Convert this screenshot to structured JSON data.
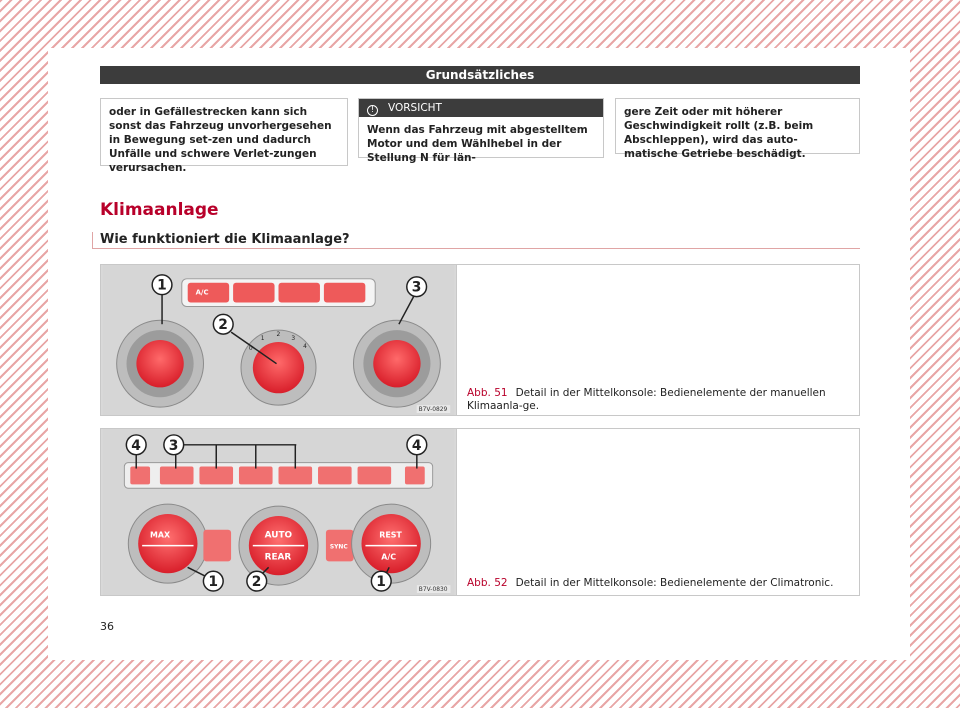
{
  "header": {
    "title": "Grundsätzliches"
  },
  "box1": {
    "text": "oder in Gefällestrecken kann sich sonst das Fahrzeug unvorhergesehen in Bewegung set-zen und dadurch Unfälle und schwere Verlet-zungen verursachen."
  },
  "box2": {
    "heading": "VORSICHT",
    "icon": "info-circle-icon",
    "text": "Wenn das Fahrzeug mit abgestelltem Motor und dem Wählhebel in der Stellung N für län-"
  },
  "box3": {
    "text": "gere Zeit oder mit höherer Geschwindigkeit rollt (z.B. beim Abschleppen), wird das auto-matische Getriebe beschädigt."
  },
  "section": {
    "title": "Klimaanlage",
    "subtitle": "Wie funktioniert die Klimaanlage?"
  },
  "figure1": {
    "label": "Abb. 51",
    "caption": "Detail in der Mittelkonsole: Bedienelemente der manuellen Klimaanla-ge.",
    "image_code": "B7V-0829",
    "callouts": [
      "1",
      "2",
      "3"
    ],
    "buttons": {
      "ac": "A/C"
    },
    "dial_marks": [
      "0",
      "1",
      "2",
      "3",
      "4"
    ]
  },
  "figure2": {
    "label": "Abb. 52",
    "caption": "Detail in der Mittelkonsole: Bedienelemente der Climatronic.",
    "image_code": "B7V-0830",
    "callouts": [
      "4",
      "3",
      "4",
      "1",
      "2",
      "1"
    ],
    "knobs": {
      "left_top": "MAX",
      "center_top": "AUTO",
      "center_bottom": "REAR",
      "sync": "SYNC",
      "right_top": "REST",
      "right_bottom": "A/C"
    }
  },
  "page_number": "36",
  "colors": {
    "accent": "#b8002a",
    "knob_red": "#e8343c",
    "header_bg": "#3c3c3c"
  }
}
